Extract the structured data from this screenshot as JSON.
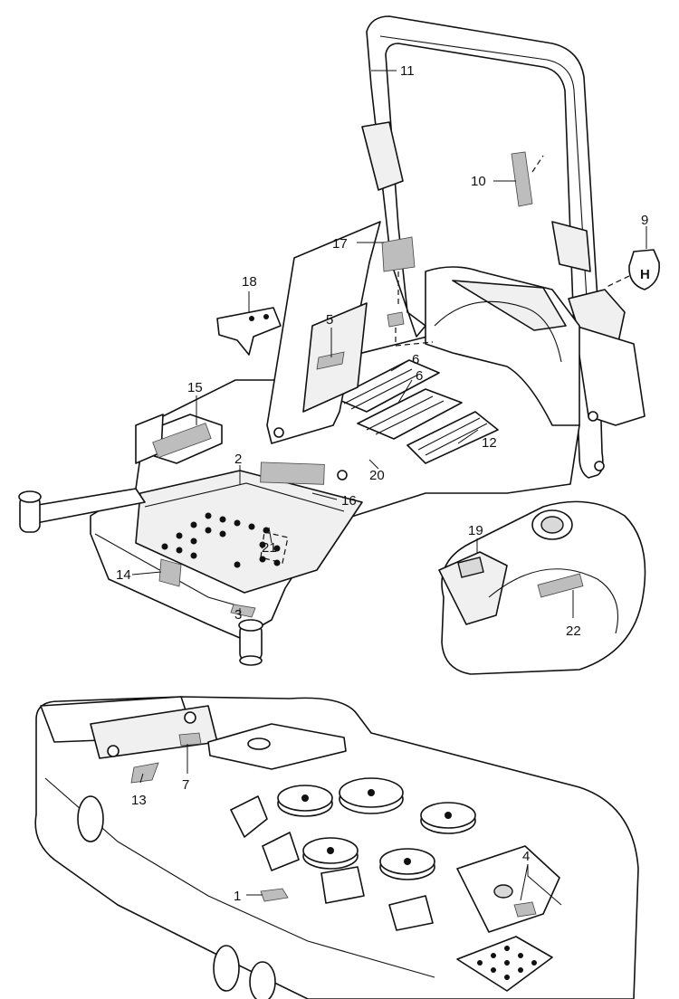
{
  "callouts": {
    "c1": "1",
    "c2": "2",
    "c3": "3",
    "c4": "4",
    "c5": "5",
    "c6a": "6",
    "c6b": "6",
    "c7": "7",
    "c9": "9",
    "c10": "10",
    "c11": "11",
    "c12": "12",
    "c13": "13",
    "c14": "14",
    "c15": "15",
    "c16": "16",
    "c17": "17",
    "c18": "18",
    "c19": "19",
    "c20": "20",
    "c21": "21",
    "c22": "22"
  },
  "badge_logo": "H"
}
